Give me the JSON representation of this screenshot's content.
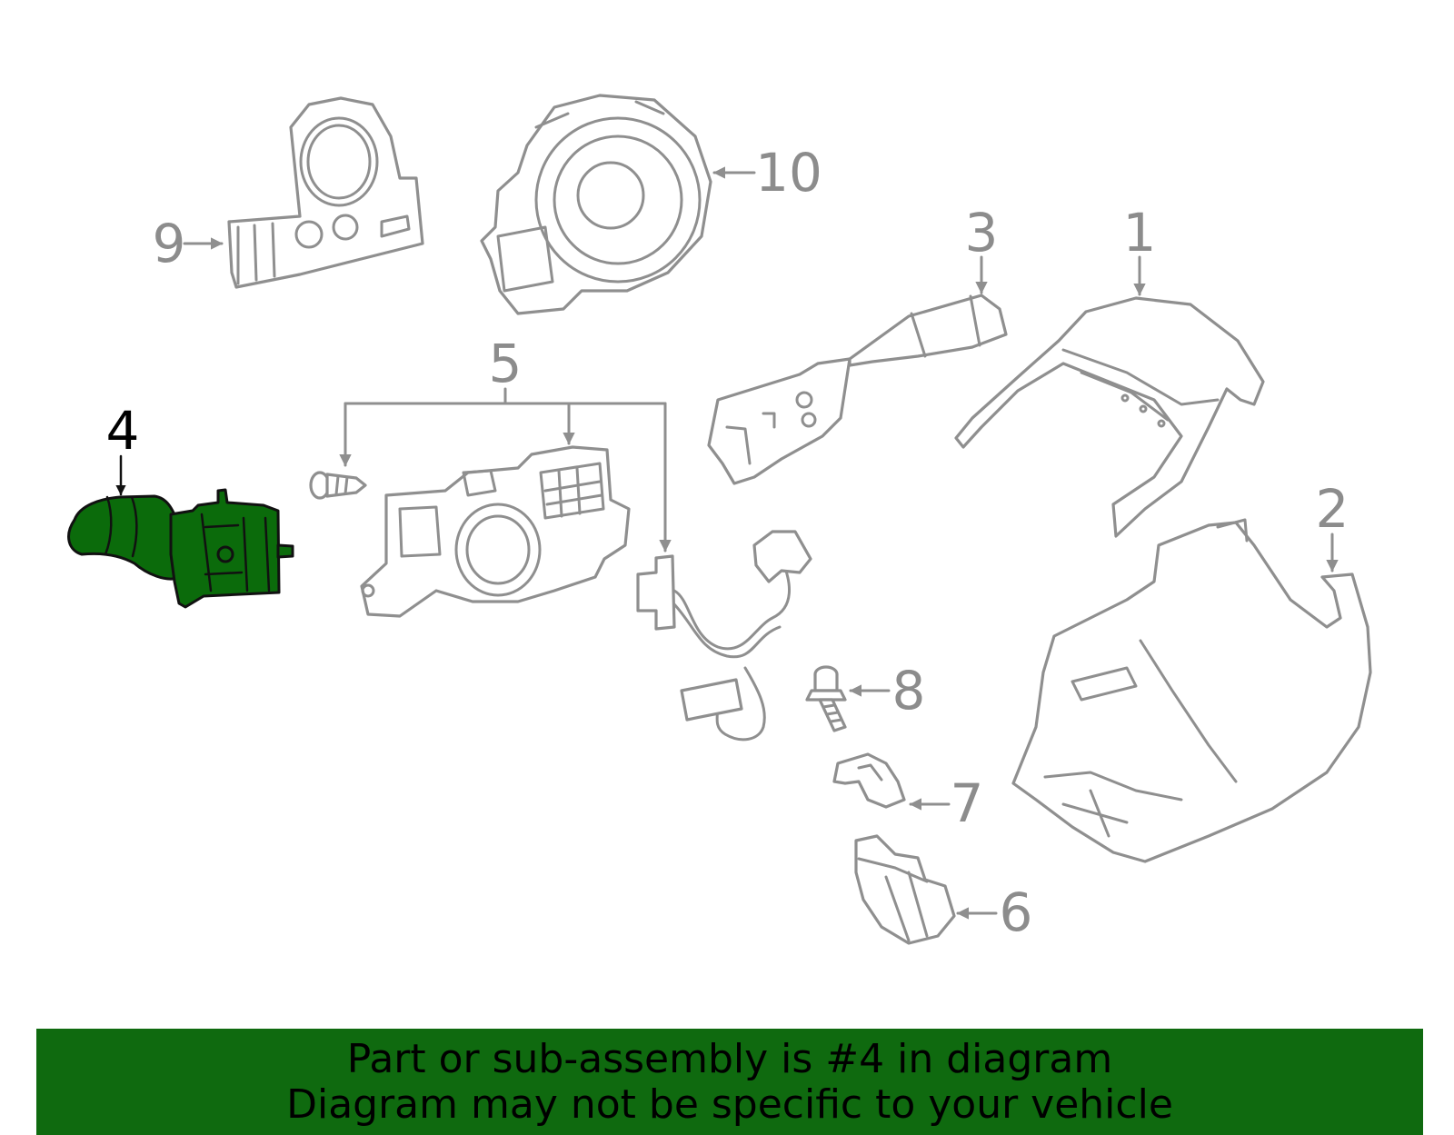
{
  "colors": {
    "highlight": "#0b6b0b",
    "banner": "#0f6a0f",
    "line_art": "#8f8f8f",
    "callout_text": "#8c8c8c",
    "highlight_label": "#000000"
  },
  "highlighted_part": "4",
  "callouts": [
    "1",
    "2",
    "3",
    "4",
    "5",
    "6",
    "7",
    "8",
    "9",
    "10"
  ],
  "banner": {
    "line1": "Part or sub-assembly is #4 in diagram",
    "line2": "Diagram may not be specific to your vehicle"
  }
}
